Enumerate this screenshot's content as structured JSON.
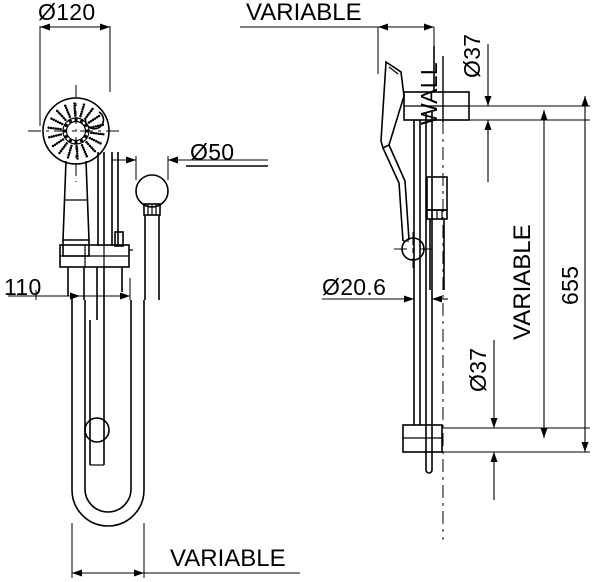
{
  "drawing": {
    "title": "Shower rail and handset technical dimension drawing",
    "type": "engineering-dimension-drawing",
    "units": "mm",
    "line_color": "#000000",
    "background_color": "#ffffff",
    "views": [
      {
        "name": "front-elevation",
        "position": "left"
      },
      {
        "name": "side-elevation",
        "position": "right"
      }
    ]
  },
  "dimensions": {
    "head_diameter": "Ø120",
    "outlet_elbow_diameter": "Ø50",
    "rail_offset": "110",
    "variable_top": "VARIABLE",
    "variable_bottom": "VARIABLE",
    "variable_vertical": "VARIABLE",
    "wall_label": "WALL",
    "bracket_top_diameter": "Ø37",
    "bracket_bottom_diameter": "Ø37",
    "rail_tube_diameter": "Ø20.6",
    "overall_height": "655"
  }
}
